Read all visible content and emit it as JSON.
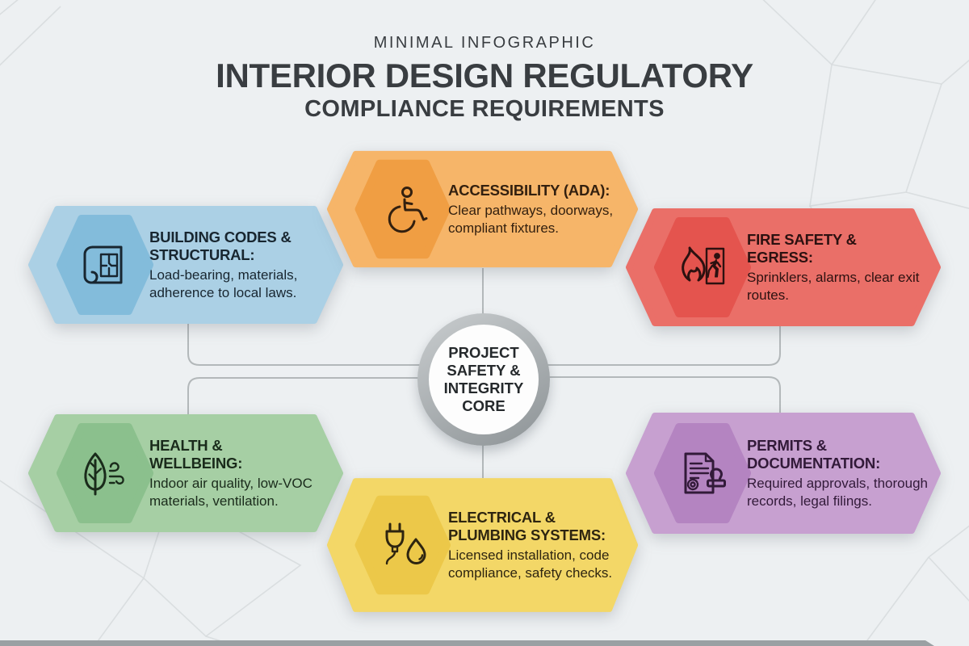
{
  "header": {
    "eyebrow": "MINIMAL INFOGRAPHIC",
    "title": "INTERIOR DESIGN REGULATORY",
    "subtitle": "COMPLIANCE REQUIREMENTS"
  },
  "core": {
    "label": "PROJECT SAFETY & INTEGRITY CORE"
  },
  "sections": [
    {
      "id": "building-codes-structural",
      "icon": "blueprint-icon",
      "heading_lines": [
        "BUILDING CODES &",
        "STRUCTURAL:"
      ],
      "body": "Load-bearing, materials, adherence to local laws.",
      "fill": "#abd0e5",
      "inner_fill": "#83bcdb",
      "text_color": "#182630"
    },
    {
      "id": "accessibility-ada",
      "icon": "wheelchair-icon",
      "heading_lines": [
        "ACCESSIBILITY (ADA):"
      ],
      "body": "Clear pathways, doorways, compliant fixtures.",
      "fill": "#f6b569",
      "inner_fill": "#f09e43",
      "text_color": "#33200f"
    },
    {
      "id": "fire-safety-egress",
      "icon": "fire-exit-icon",
      "heading_lines": [
        "FIRE SAFETY &",
        "EGRESS:"
      ],
      "body": "Sprinklers, alarms, clear exit routes.",
      "fill": "#ea6f68",
      "inner_fill": "#e4544e",
      "text_color": "#2c1110"
    },
    {
      "id": "health-wellbeing",
      "icon": "leaf-wind-icon",
      "heading_lines": [
        "HEALTH &",
        "WELLBEING:"
      ],
      "body": "Indoor air quality, low-VOC materials, ventilation.",
      "fill": "#a6cfa4",
      "inner_fill": "#8bc08d",
      "text_color": "#1a2b1b"
    },
    {
      "id": "electrical-plumbing",
      "icon": "plug-droplet-icon",
      "heading_lines": [
        "ELECTRICAL &",
        "PLUMBING SYSTEMS:"
      ],
      "body": "Licensed installation, code compliance, safety checks.",
      "fill": "#f3d767",
      "inner_fill": "#ecc849",
      "text_color": "#2e2510"
    },
    {
      "id": "permits-documentation",
      "icon": "document-stamp-icon",
      "heading_lines": [
        "PERMITS &",
        "DOCUMENTATION:"
      ],
      "body": "Required approvals, thorough records, legal filings.",
      "fill": "#c7a0d0",
      "inner_fill": "#b484c1",
      "text_color": "#321a39"
    }
  ],
  "theme": {
    "background": "#edf0f2",
    "title-color": "#393d41",
    "connector": "#b3b8ba",
    "ring-light": "#c9cdcf",
    "ring-dark": "#8d9396",
    "circle-fill": "#fdfdfd",
    "footer-bar": "#9aa0a3",
    "mesh-line": "#d7dbde"
  }
}
